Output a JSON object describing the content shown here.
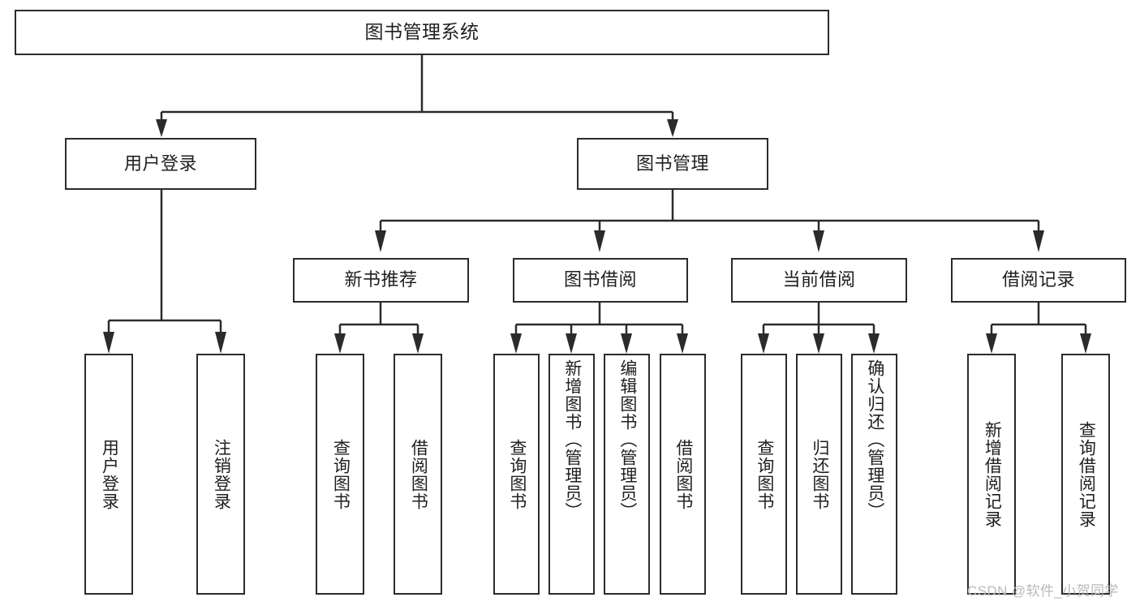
{
  "diagram": {
    "title": "图书管理系统",
    "type": "tree-hierarchy-diagram",
    "watermark": "CSDN @软件_小贺同学",
    "colors": {
      "stroke": "#2b2b2b",
      "text": "#1f1f1f",
      "background": "#ffffff",
      "watermark": "#b9b9b9"
    },
    "root": {
      "label": "图书管理系统"
    },
    "level2": [
      {
        "label": "用户登录"
      },
      {
        "label": "图书管理"
      }
    ],
    "level3": [
      {
        "label": "新书推荐"
      },
      {
        "label": "图书借阅"
      },
      {
        "label": "当前借阅"
      },
      {
        "label": "借阅记录"
      }
    ],
    "leaves": {
      "user_login": [
        {
          "label": "用户登录"
        },
        {
          "label": "注销登录"
        }
      ],
      "new_book_recommend": [
        {
          "label": "查询图书"
        },
        {
          "label": "借阅图书"
        }
      ],
      "book_borrow": [
        {
          "label": "查询图书"
        },
        {
          "label": "新增图书（管理员）"
        },
        {
          "label": "编辑图书（管理员）"
        },
        {
          "label": "借阅图书"
        }
      ],
      "current_borrow": [
        {
          "label": "查询图书"
        },
        {
          "label": "归还图书"
        },
        {
          "label": "确认归还（管理员）"
        }
      ],
      "borrow_record": [
        {
          "label": "新增借阅记录"
        },
        {
          "label": "查询借阅记录"
        }
      ]
    }
  }
}
